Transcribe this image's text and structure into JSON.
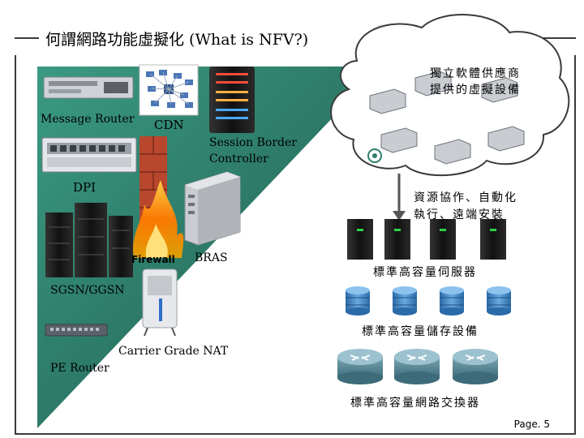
{
  "slide": {
    "title": "何謂網路功能虛擬化 (What is NFV?)",
    "page_number": "Page. 5"
  },
  "left_panel": {
    "labels": {
      "message_router": "Message Router",
      "cdn": "CDN",
      "session_border_controller_line1": "Session Border",
      "session_border_controller_line2": "Controller",
      "dpi": "DPI",
      "firewall": "Firewall",
      "bras": "BRAS",
      "sgsn_ggsn": "SGSN/GGSN",
      "carrier_grade_nat": "Carrier Grade NAT",
      "pe_router": "PE Router"
    }
  },
  "right_panel": {
    "cloud_line1": "獨立軟體供應商",
    "cloud_line2": "提供的虛擬設備",
    "orchestration_line1": "資源協作、自動化",
    "orchestration_line2": "執行、遠端安裝",
    "servers_label": "標準高容量伺服器",
    "storage_label": "標準高容量儲存設備",
    "switches_label": "標準高容量網路交換器"
  },
  "colors": {
    "triangle": "#2e7d6a",
    "triangle_dark": "#1f5a4c",
    "storage": "#3d7fbf",
    "switch": "#4f7f8f"
  }
}
